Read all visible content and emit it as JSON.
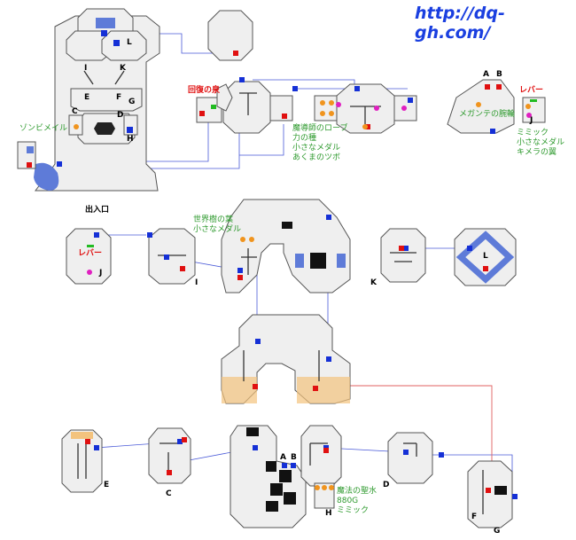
{
  "site": {
    "url": "http://dq-gh.com/"
  },
  "top_section": {
    "entrance": "出入口",
    "zombie_label": "ゾンビメイル",
    "spring_label": "回復の泉",
    "chest_list_center": [
      "魔導師のローブ",
      "力の種",
      "小さなメダル",
      "あくまのツボ"
    ],
    "meganthe_label": "メガンテの腕輪",
    "lever": "レバー",
    "right_items": [
      "ミミック",
      "小さなメダル",
      "キメラの翼"
    ],
    "markers": {
      "L": "L",
      "I": "I",
      "K": "K",
      "E": "E",
      "F": "F",
      "G": "G",
      "C": "C",
      "D": "D",
      "H": "H",
      "A": "A",
      "B": "B",
      "J": "J"
    }
  },
  "middle_section": {
    "lever": "レバー",
    "world_tree_items": [
      "世界樹の葉",
      "小さなメダル"
    ],
    "markers": {
      "J": "J",
      "I": "I",
      "K": "K",
      "L": "L"
    }
  },
  "bottom_section": {
    "holy_items": [
      "魔法の聖水",
      "880G",
      "ミミック"
    ],
    "markers": {
      "E": "E",
      "C": "C",
      "A": "A",
      "B": "B",
      "H": "H",
      "D": "D",
      "F": "F",
      "G": "G"
    }
  },
  "colors": {
    "stairs": "#1530d6",
    "chest_orange": "#f0941e",
    "warp_red": "#e01010",
    "spring_green": "#22bb22",
    "pink": "#e020c0",
    "water": "#5e7bd8",
    "pit": "#111111"
  }
}
